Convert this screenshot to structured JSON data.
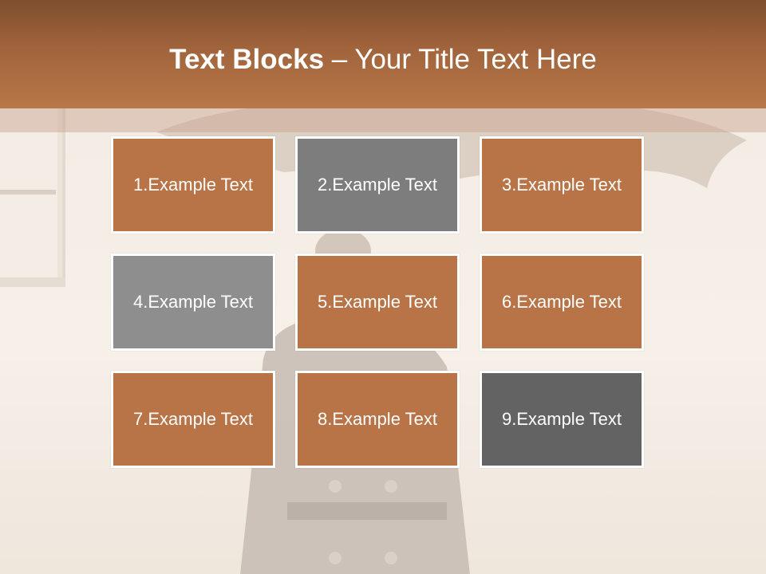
{
  "header": {
    "title_bold": "Text Blocks",
    "title_rest": " – Your Title Text Here"
  },
  "colors": {
    "header": "#a1643c",
    "tile_orange": "#b87447",
    "tile_dark_gray": "#7d7d7d",
    "tile_mid_gray": "#8e8e8e",
    "tile_charcoal": "#636363"
  },
  "tiles": [
    {
      "label": "1.Example Text",
      "color": "#b87447"
    },
    {
      "label": "2.Example Text",
      "color": "#7d7d7d"
    },
    {
      "label": "3.Example Text",
      "color": "#b87447"
    },
    {
      "label": "4.Example Text",
      "color": "#8e8e8e"
    },
    {
      "label": "5.Example Text",
      "color": "#b87447"
    },
    {
      "label": "6.Example Text",
      "color": "#b87447"
    },
    {
      "label": "7.Example Text",
      "color": "#b87447"
    },
    {
      "label": "8.Example Text",
      "color": "#b87447"
    },
    {
      "label": "9.Example Text",
      "color": "#636363"
    }
  ]
}
